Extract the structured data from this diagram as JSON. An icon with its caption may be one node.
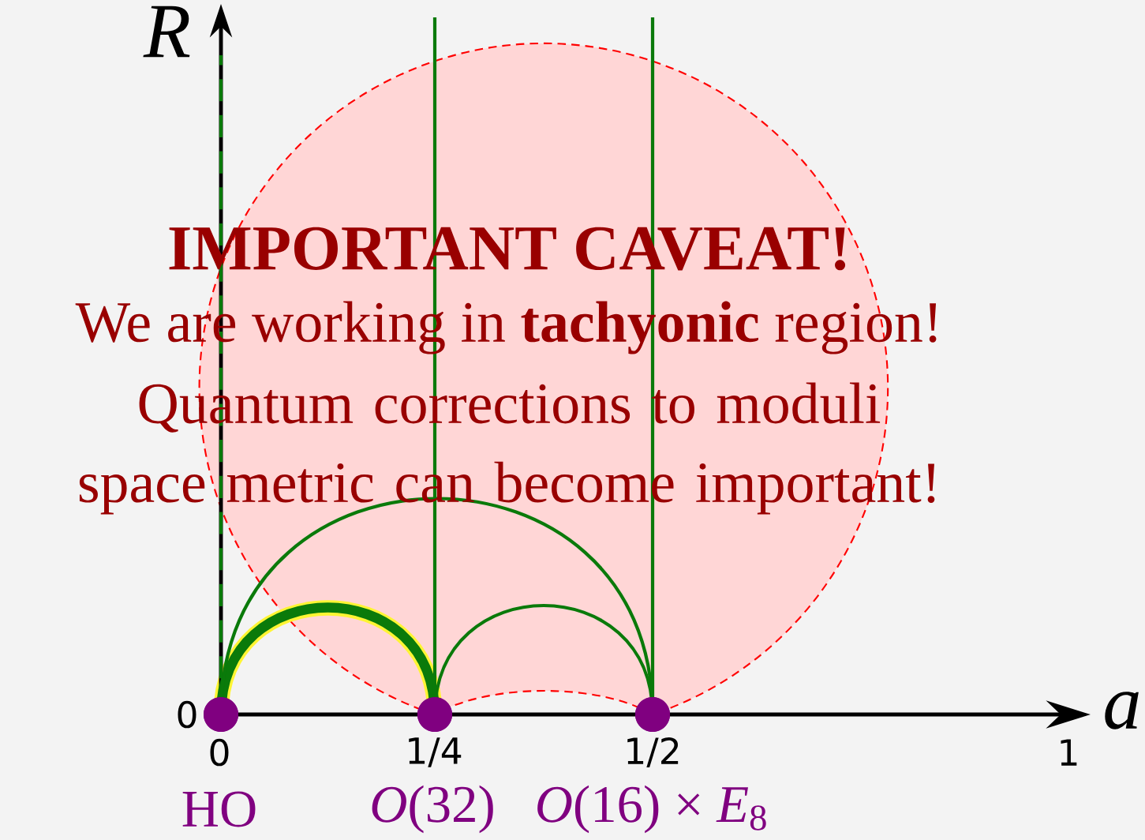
{
  "diagram": {
    "title": "IMPORTANT CAVEAT!",
    "nodes": [
      {
        "text": [],
        "shape": "circle",
        "beside": [
          "HO"
        ]
      },
      {
        "text": [],
        "shape": "circle",
        "beside": [
          "*O*(32)"
        ]
      },
      {
        "text": [],
        "shape": "circle",
        "beside": [
          "*O*(16) × *E*$_{8}$"
        ]
      }
    ],
    "edges": [
      {
        "from": 0,
        "to": 1,
        "arrow": "none",
        "style": "thick"
      },
      {
        "from": 0,
        "to": 2,
        "arrow": "none"
      },
      {
        "from": 1,
        "to": 2,
        "arrow": "none"
      },
      {
        "from": 1,
        "to": null,
        "arrow": "none"
      },
      {
        "from": 2,
        "to": null,
        "arrow": "none"
      },
      {
        "from": 0,
        "to": null,
        "arrow": "none",
        "style": "dashed"
      }
    ],
    "labels": [
      "R",
      "We are working in **tachyonic** region!",
      "Quantum corrections to moduli space metric can become important!",
      "0",
      "a",
      "0",
      "1/4",
      "1/2",
      "1"
    ]
  }
}
